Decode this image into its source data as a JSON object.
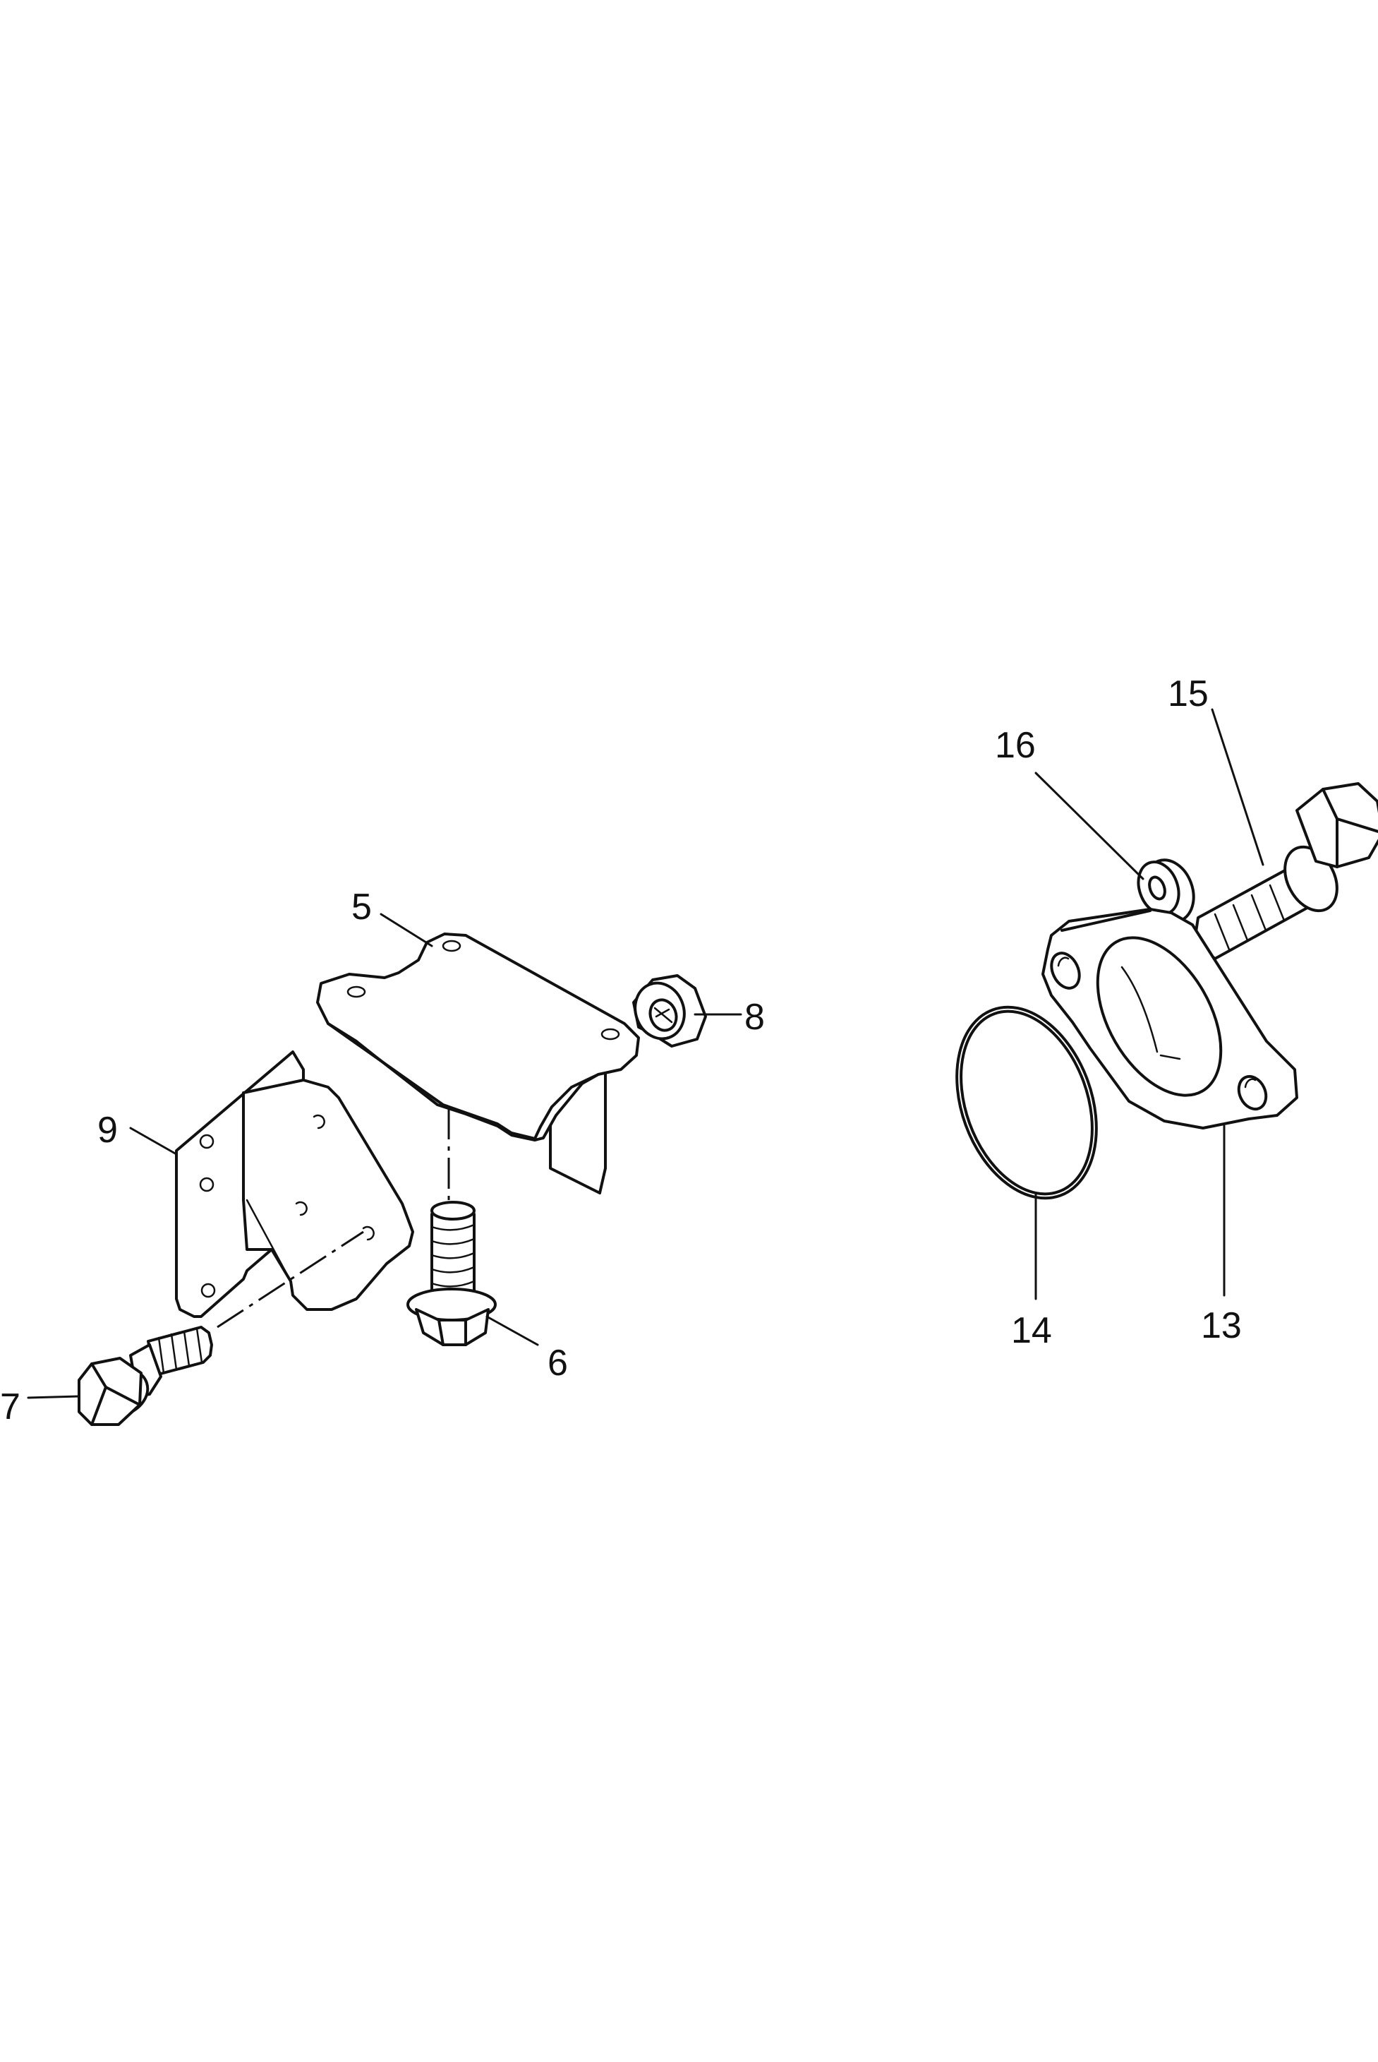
{
  "diagram": {
    "callouts": {
      "c5": "5",
      "c6": "6",
      "c7": "7",
      "c8": "8",
      "c9": "9",
      "c13": "13",
      "c14": "14",
      "c15": "15",
      "c16": "16"
    }
  }
}
